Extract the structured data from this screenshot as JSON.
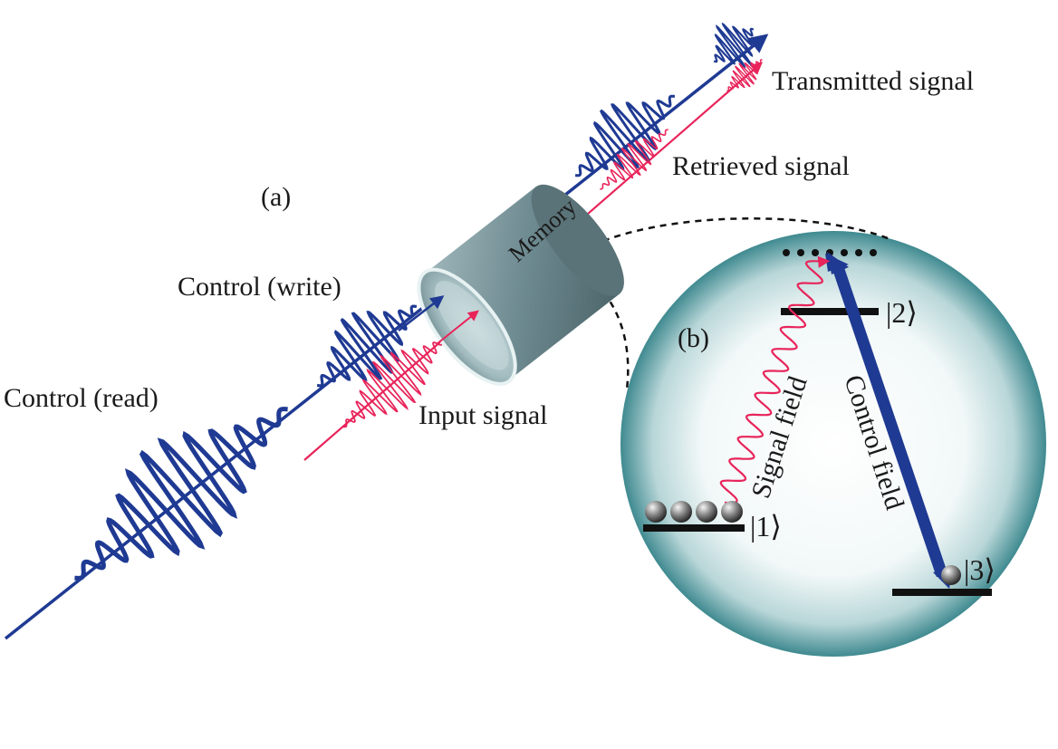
{
  "labels": {
    "panel_a": "(a)",
    "panel_b": "(b)",
    "memory": "Memory",
    "control_write": "Control (write)",
    "control_read": "Control (read)",
    "input_signal": "Input signal",
    "retrieved_signal": "Retrieved signal",
    "transmitted_signal": "Transmitted signal",
    "signal_field": "Signal field",
    "control_field": "Control field",
    "level_1": "|1⟩",
    "level_2": "|2⟩",
    "level_3": "|3⟩"
  },
  "colors": {
    "control_blue": "#1f3a93",
    "signal_red": "#e8245a",
    "cylinder": "#6f8c92",
    "sphere_edge": "#2e7a80"
  }
}
